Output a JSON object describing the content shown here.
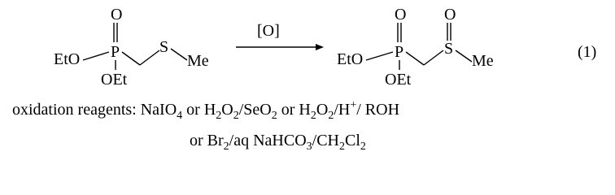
{
  "reactant": {
    "double_bond_O": "O",
    "phosphorus": "P",
    "sulfur": "S",
    "ethoxy_left": "EtO",
    "ethoxy_bottom": "OEt",
    "methyl": "Me"
  },
  "arrow": {
    "label": "[O]"
  },
  "product": {
    "double_bond_O_P": "O",
    "double_bond_O_S": "O",
    "phosphorus": "P",
    "sulfur": "S",
    "ethoxy_left": "EtO",
    "ethoxy_bottom": "OEt",
    "methyl": "Me"
  },
  "equation_number": "(1)",
  "reagents": {
    "line1_prefix": "oxidation reagents: ",
    "naio": "NaIO",
    "naio_sub": "4",
    "or1": " or ",
    "h2o2_a_h": "H",
    "h2o2_a_sub1": "2",
    "h2o2_a_o": "O",
    "h2o2_a_sub2": "2",
    "seo2_sep": "/SeO",
    "seo2_sub": "2",
    "or2": " or ",
    "h2o2_b_h": "H",
    "h2o2_b_sub1": "2",
    "h2o2_b_o": "O",
    "h2o2_b_sub2": "2",
    "h_plus_sep": "/H",
    "h_plus_sup": "+",
    "roh": "/ ROH",
    "line2_or": "or Br",
    "br_sub": "2",
    "nahco": "/aq NaHCO",
    "nahco_sub": "3",
    "ch2cl2_a": "/CH",
    "ch2_sub": "2",
    "cl": "Cl",
    "cl_sub": "2"
  }
}
